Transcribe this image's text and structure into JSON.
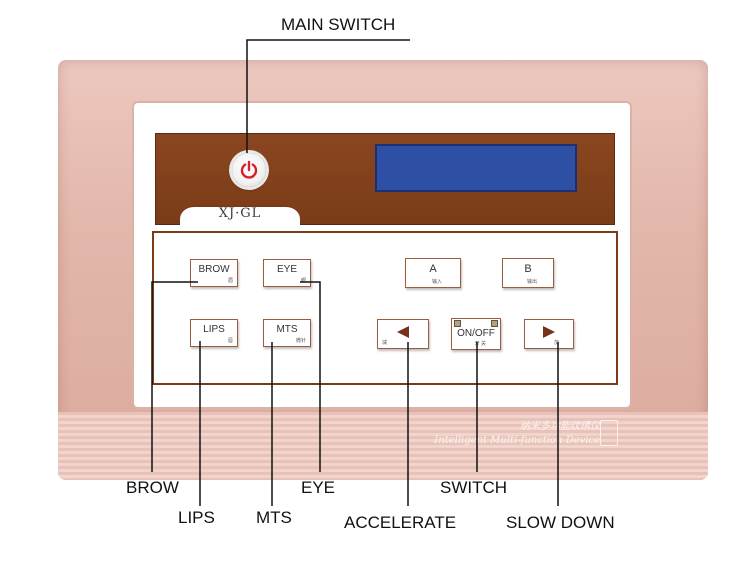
{
  "callouts": {
    "main_switch": "MAIN SWITCH",
    "brow": "BROW",
    "lips": "LIPS",
    "mts": "MTS",
    "eye": "EYE",
    "switch": "SWITCH",
    "accelerate": "ACCELERATE",
    "slow_down": "SLOW DOWN"
  },
  "device": {
    "brand": "XJ·GL",
    "watermark_line1": "纳米多功能纹绣仪",
    "watermark_line2": "Intelligent Multi-function Device",
    "power_icon": "power-icon"
  },
  "keys": {
    "brow": {
      "label": "BROW",
      "sub": "眉"
    },
    "eye": {
      "label": "EYE",
      "sub": "眼"
    },
    "lips": {
      "label": "LIPS",
      "sub": "唇"
    },
    "mts": {
      "label": "MTS",
      "sub": "微针"
    },
    "a": {
      "label": "A",
      "sub": "输入"
    },
    "b": {
      "label": "B",
      "sub": "输出"
    },
    "left": {
      "sub": "减",
      "icon": "triangle-left-icon"
    },
    "onoff": {
      "label": "ON/OFF",
      "sub": "开 关"
    },
    "right": {
      "sub": "加",
      "icon": "triangle-right-icon"
    }
  },
  "colors": {
    "device_body": "#e3b7ab",
    "display_strip": "#7a3c18",
    "lcd": "#2d4fa4",
    "power_red": "#d8202a",
    "arrow_brown": "#7a2f18"
  }
}
